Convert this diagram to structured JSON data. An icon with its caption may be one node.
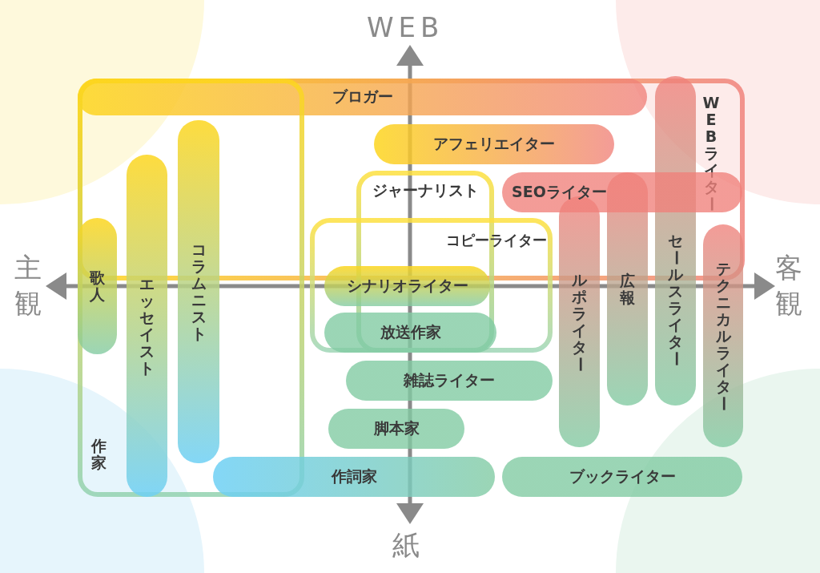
{
  "diagram": {
    "nodes": [
      {
        "text": [
          "ブロガー"
        ],
        "in": 1
      },
      {
        "text": [
          "WEBライター"
        ]
      },
      {
        "text": [
          "作家"
        ]
      },
      {
        "text": [
          "アフェリエイター"
        ],
        "in": 1
      },
      {
        "text": [
          "ジャーナリスト"
        ]
      },
      {
        "text": [
          "SEOライター"
        ],
        "in": 1
      },
      {
        "text": [
          "コピーライター"
        ]
      },
      {
        "text": [
          "コラムニスト"
        ],
        "in": 2
      },
      {
        "text": [
          "エッセイスト"
        ],
        "in": 2
      },
      {
        "text": [
          "歌人"
        ],
        "in": 2
      },
      {
        "text": [
          "テクニカルライター"
        ]
      },
      {
        "text": [
          "ルポライター"
        ]
      },
      {
        "text": [
          "広報"
        ]
      },
      {
        "text": [
          "セールスライター"
        ]
      },
      {
        "text": [
          "シナリオライター"
        ],
        "in": 6
      },
      {
        "text": [
          "放送作家"
        ],
        "in": 6
      },
      {
        "text": [
          "雑誌ライター"
        ]
      },
      {
        "text": [
          "脚本家"
        ]
      },
      {
        "text": [
          "作詞家"
        ]
      },
      {
        "text": [
          "ブックライター"
        ]
      }
    ],
    "labels": [
      "WEB",
      "紙",
      "主観",
      "客観"
    ]
  }
}
